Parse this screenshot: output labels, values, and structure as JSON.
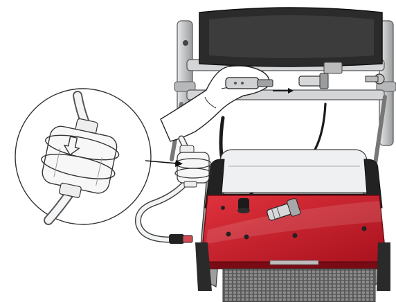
{
  "illustration": {
    "subject": "pool-cleaner-caddy-with-inline-filter",
    "callout_arrow_direction": "points-to-inline-filter",
    "flow_arrow_direction": "right"
  },
  "colors": {
    "robot_red": "#d41f2c",
    "robot_red_dark": "#8e0f18",
    "robot_black": "#1f1f1f",
    "frame_gray": "#c9cbcd",
    "handle_dark": "#2e2e2e",
    "line": "#2a2a2a",
    "tube_fill": "#f2f3f4"
  }
}
